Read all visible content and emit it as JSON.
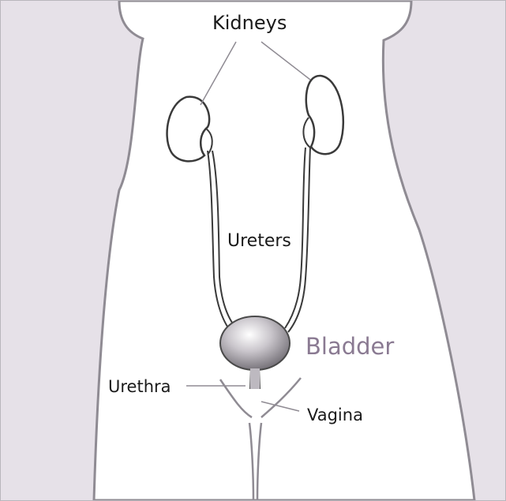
{
  "labels": {
    "kidneys": "Kidneys",
    "ureters": "Ureters",
    "bladder": "Bladder",
    "urethra": "Urethra",
    "vagina": "Vagina"
  },
  "colors": {
    "background": "#e6e1e8",
    "body_fill": "#ffffff",
    "outline": "#8f8b93",
    "bladder_label": "#8a7a92",
    "text": "#1a1a1a"
  }
}
